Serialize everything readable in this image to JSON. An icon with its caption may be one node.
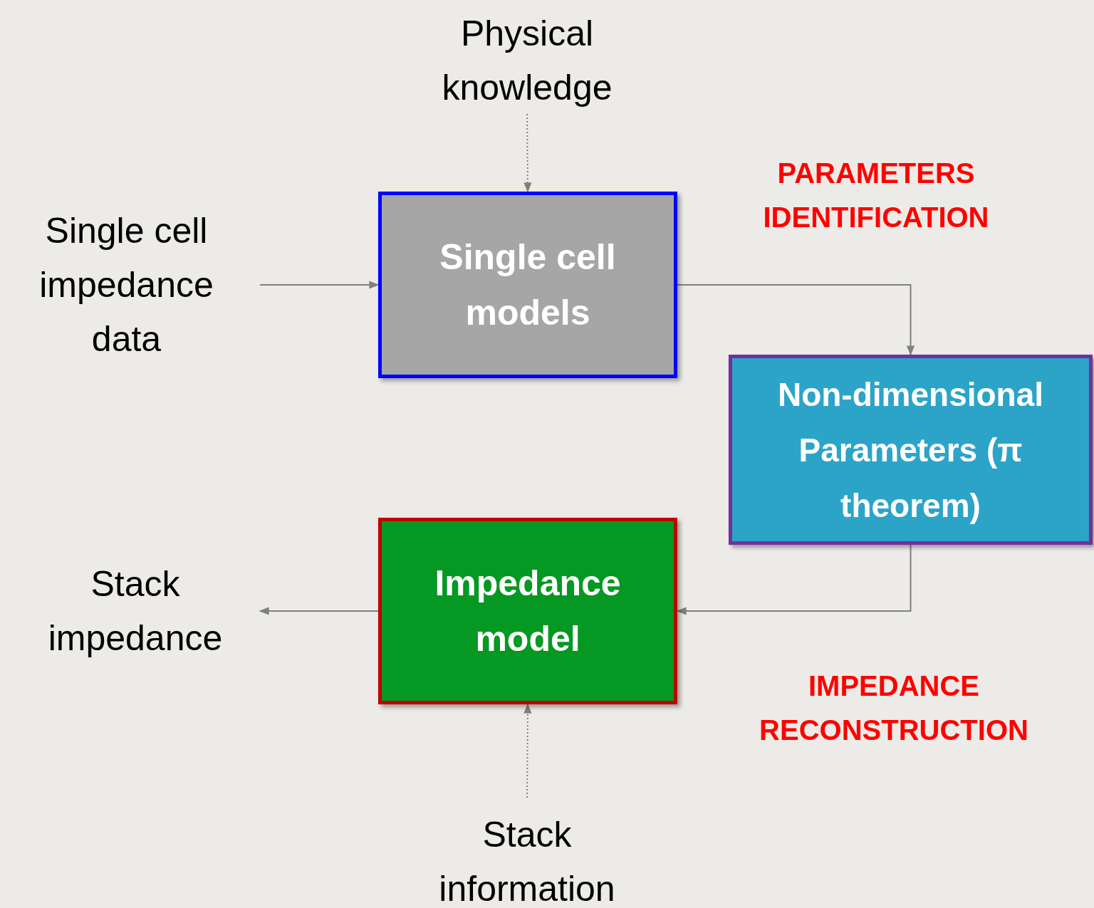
{
  "diagram": {
    "nodes": [
      {
        "text": [
          "Physical knowledge"
        ]
      },
      {
        "text": [
          "Single cell impedance data"
        ]
      },
      {
        "text": [
          "Single cell models"
        ]
      },
      {
        "text": [
          "Non-dimensional Parameters (π theorem)"
        ]
      },
      {
        "text": [
          "Stack impedance"
        ]
      },
      {
        "text": [
          "Impedance model"
        ]
      },
      {
        "text": [
          "Stack information"
        ]
      }
    ],
    "edges": [
      {
        "from": 0,
        "to": 2,
        "arrow": "to",
        "style": "dashed"
      },
      {
        "from": 1,
        "to": 2,
        "arrow": "to"
      },
      {
        "from": 2,
        "to": 3,
        "arrow": "to"
      },
      {
        "from": 3,
        "to": 5,
        "arrow": "to"
      },
      {
        "from": 5,
        "to": 4,
        "arrow": "to"
      },
      {
        "from": 6,
        "to": 5,
        "arrow": "to",
        "style": "dashed"
      }
    ],
    "labels": [
      "PARAMETERS IDENTIFICATION",
      "IMPEDANCE RECONSTRUCTION"
    ]
  }
}
